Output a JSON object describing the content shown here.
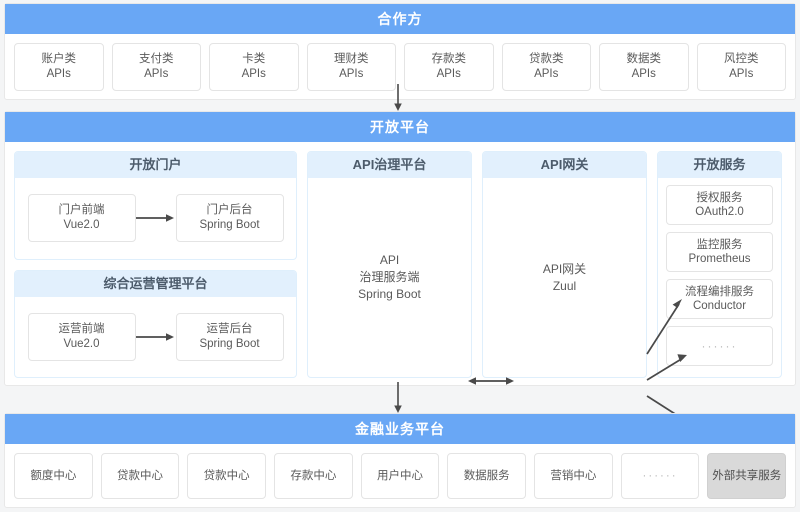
{
  "partner": {
    "title": "合作方",
    "apis": [
      {
        "name": "账户类",
        "suffix": "APIs"
      },
      {
        "name": "支付类",
        "suffix": "APIs"
      },
      {
        "name": "卡类",
        "suffix": "APIs"
      },
      {
        "name": "理财类",
        "suffix": "APIs"
      },
      {
        "name": "存款类",
        "suffix": "APIs"
      },
      {
        "name": "贷款类",
        "suffix": "APIs"
      },
      {
        "name": "数据类",
        "suffix": "APIs"
      },
      {
        "name": "风控类",
        "suffix": "APIs"
      }
    ]
  },
  "open_platform": {
    "title": "开放平台",
    "portal": {
      "title": "开放门户",
      "front": {
        "name": "门户前端",
        "tech": "Vue2.0"
      },
      "back": {
        "name": "门户后台",
        "tech": "Spring Boot"
      }
    },
    "ops": {
      "title": "综合运营管理平台",
      "front": {
        "name": "运营前端",
        "tech": "Vue2.0"
      },
      "back": {
        "name": "运营后台",
        "tech": "Spring Boot"
      }
    },
    "governance": {
      "title": "API治理平台",
      "line1": "API",
      "line2": "治理服务端",
      "line3": "Spring Boot"
    },
    "gateway": {
      "title": "API网关",
      "line1": "API网关",
      "line2": "Zuul"
    },
    "services": {
      "title": "开放服务",
      "items": [
        {
          "name": "授权服务",
          "tech": "OAuth2.0"
        },
        {
          "name": "监控服务",
          "tech": "Prometheus"
        },
        {
          "name": "流程编排服务",
          "tech": "Conductor"
        },
        {
          "name": "",
          "tech": "······"
        }
      ]
    }
  },
  "financial": {
    "title": "金融业务平台",
    "items": [
      {
        "label": "额度中心",
        "shared": false
      },
      {
        "label": "贷款中心",
        "shared": false
      },
      {
        "label": "贷款中心",
        "shared": false
      },
      {
        "label": "存款中心",
        "shared": false
      },
      {
        "label": "用户中心",
        "shared": false
      },
      {
        "label": "数据服务",
        "shared": false
      },
      {
        "label": "营销中心",
        "shared": false
      },
      {
        "label": "······",
        "shared": false
      },
      {
        "label": "外部共享服务",
        "shared": true
      }
    ]
  },
  "colors": {
    "header_blue": "#69a7f5",
    "panel_head_blue": "#e2f0fd",
    "page_background": "#f4f5f6",
    "card_border": "#e4e4e4",
    "arrow": "#4a4a4a",
    "shared_gray": "#d9d9d9"
  }
}
